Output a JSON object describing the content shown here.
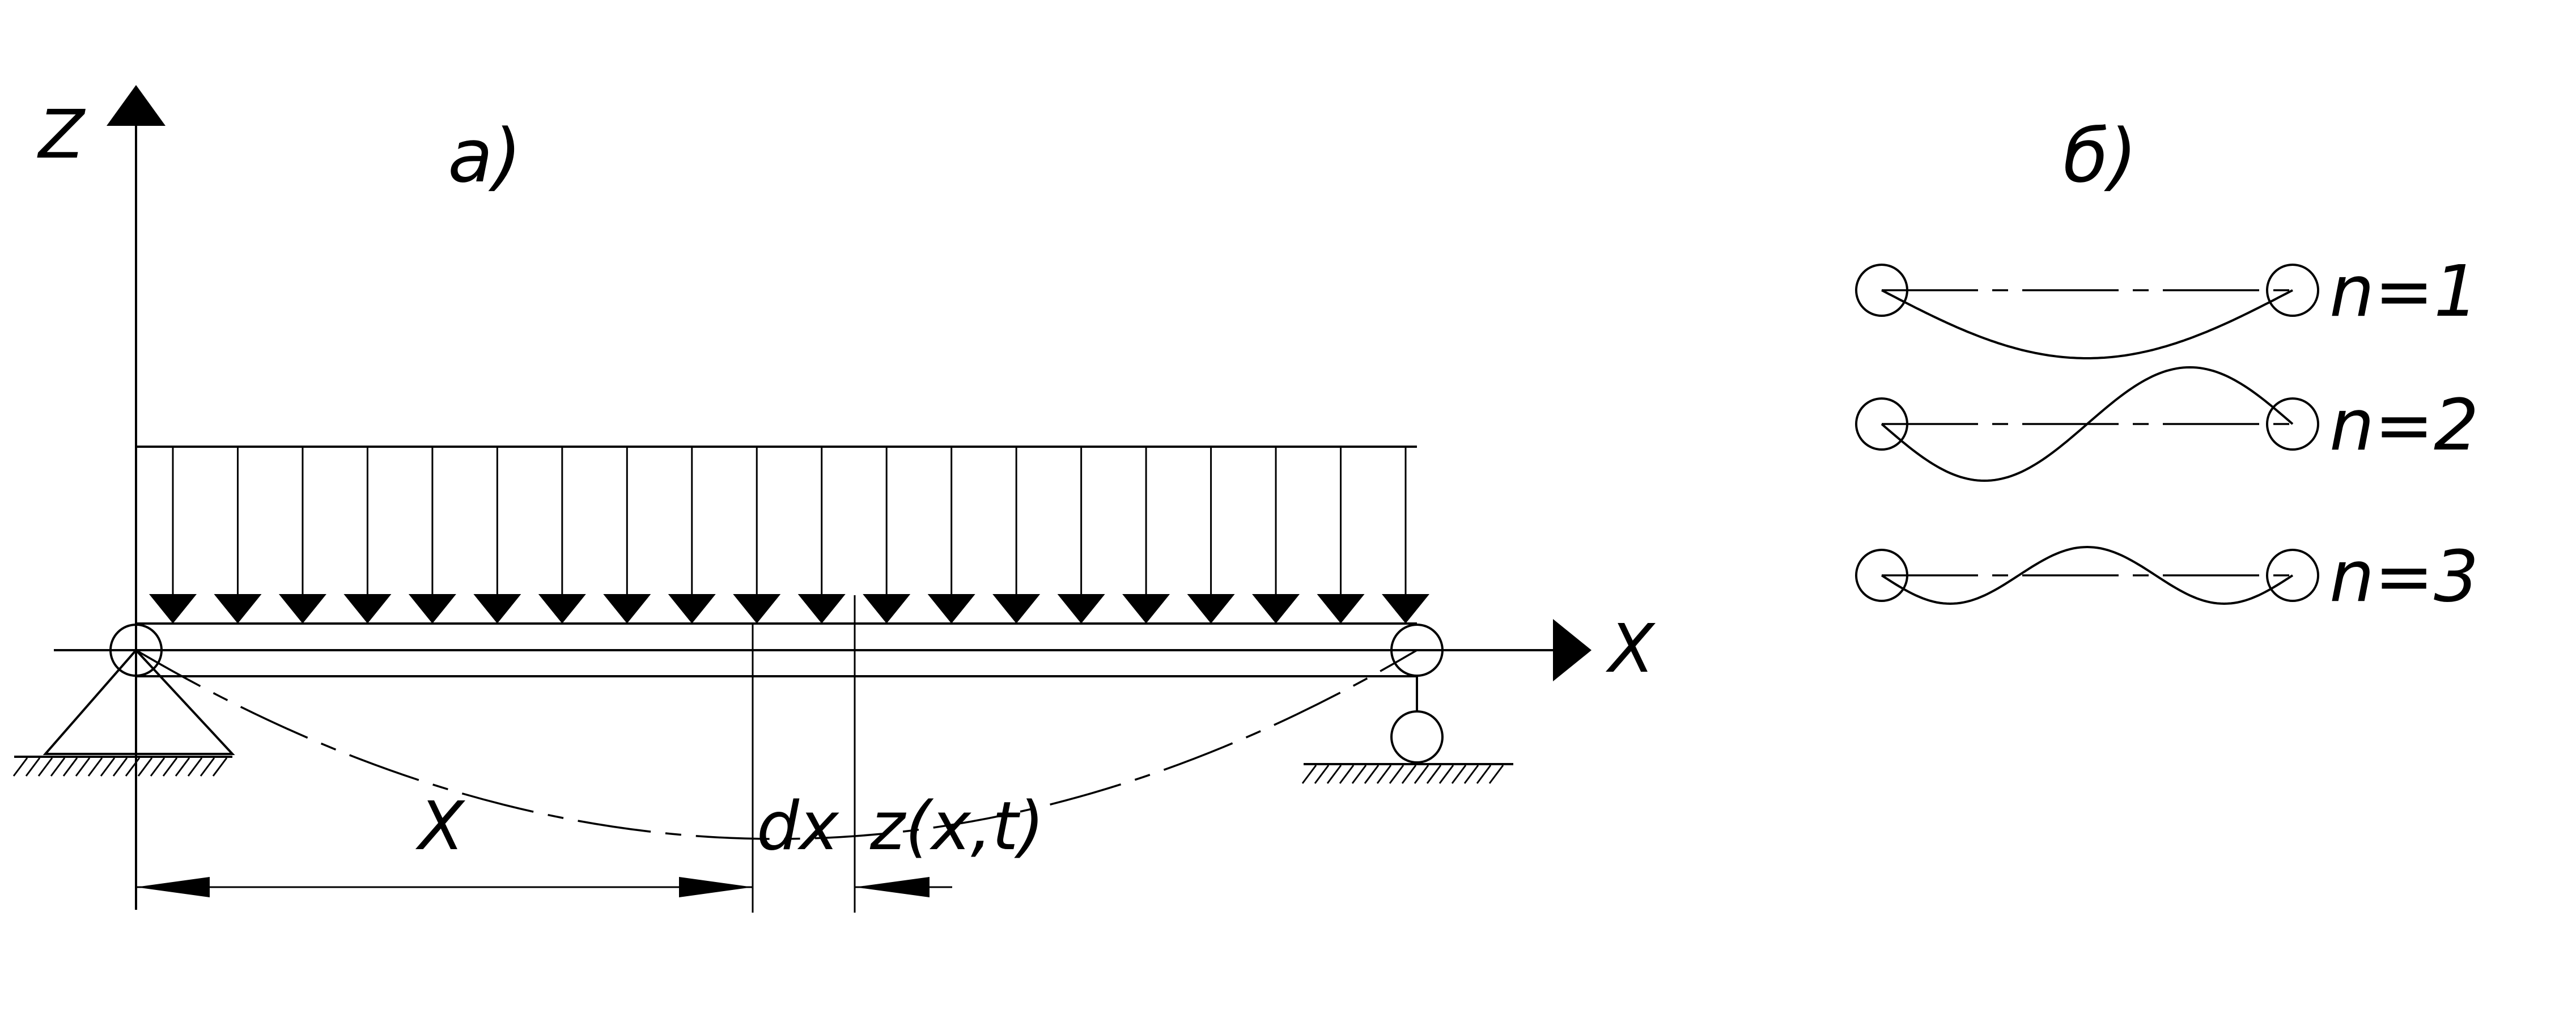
{
  "panel_a": {
    "label": "а)",
    "axis_z_label": "Z",
    "axis_x_label": "X",
    "position_label": "X",
    "element_label": "dx",
    "deflection_label": "z(x,t)"
  },
  "panel_b": {
    "label": "б)",
    "modes": [
      {
        "label": "n=1",
        "n": 1
      },
      {
        "label": "n=2",
        "n": 2
      },
      {
        "label": "n=3",
        "n": 3
      }
    ]
  }
}
